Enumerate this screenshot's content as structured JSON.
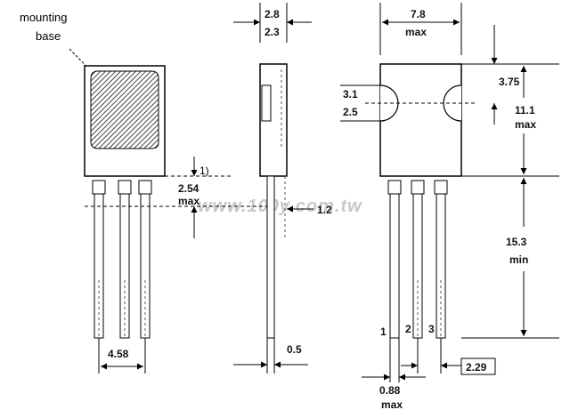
{
  "labels": {
    "mounting": "mounting",
    "base": "base",
    "note": "1)",
    "max": "max",
    "min": "min"
  },
  "dimensions": {
    "d_2_8": "2.8",
    "d_2_3": "2.3",
    "d_7_8": "7.8",
    "d_3_1": "3.1",
    "d_2_5": "2.5",
    "d_3_75": "3.75",
    "d_11_1": "11.1",
    "d_2_54": "2.54",
    "d_1_2": "1.2",
    "d_15_3": "15.3",
    "d_4_58": "4.58",
    "d_0_5": "0.5",
    "d_2_29": "2.29",
    "d_0_88": "0.88"
  },
  "pins": [
    "1",
    "2",
    "3"
  ],
  "watermark": "www.100y.com.tw",
  "colors": {
    "line": "#000000",
    "hatch": "#444444",
    "dashed": "#555555",
    "watermark": "#c8c8c8"
  }
}
